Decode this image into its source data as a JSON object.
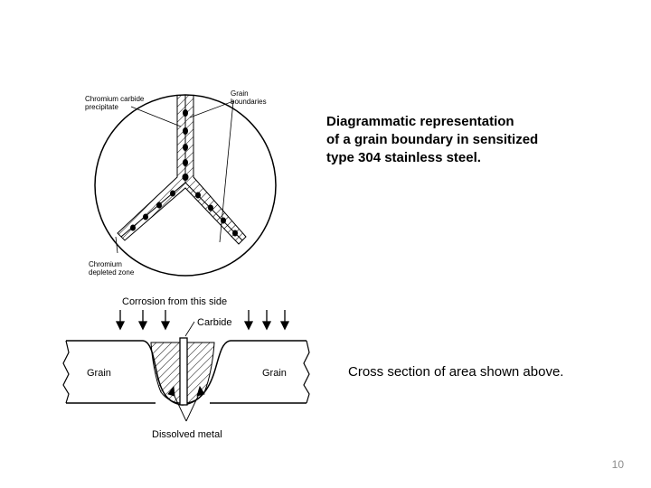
{
  "top_diagram": {
    "label_carbide": [
      "Chromium carbide",
      "precipitate"
    ],
    "label_grain_boundaries": [
      "Grain",
      "boundaries"
    ],
    "label_depleted_zone": [
      "Chromium",
      "depleted zone"
    ]
  },
  "bottom_diagram": {
    "label_corrosion": "Corrosion from this side",
    "label_carbide": "Carbide",
    "label_grain_left": "Grain",
    "label_grain_right": "Grain",
    "label_dissolved": "Dissolved metal"
  },
  "captions": {
    "top": [
      "Diagrammatic representation",
      "of a grain boundary in sensitized",
      "type 304 stainless steel."
    ],
    "bottom": "Cross section of area shown above."
  },
  "page_number": "10"
}
